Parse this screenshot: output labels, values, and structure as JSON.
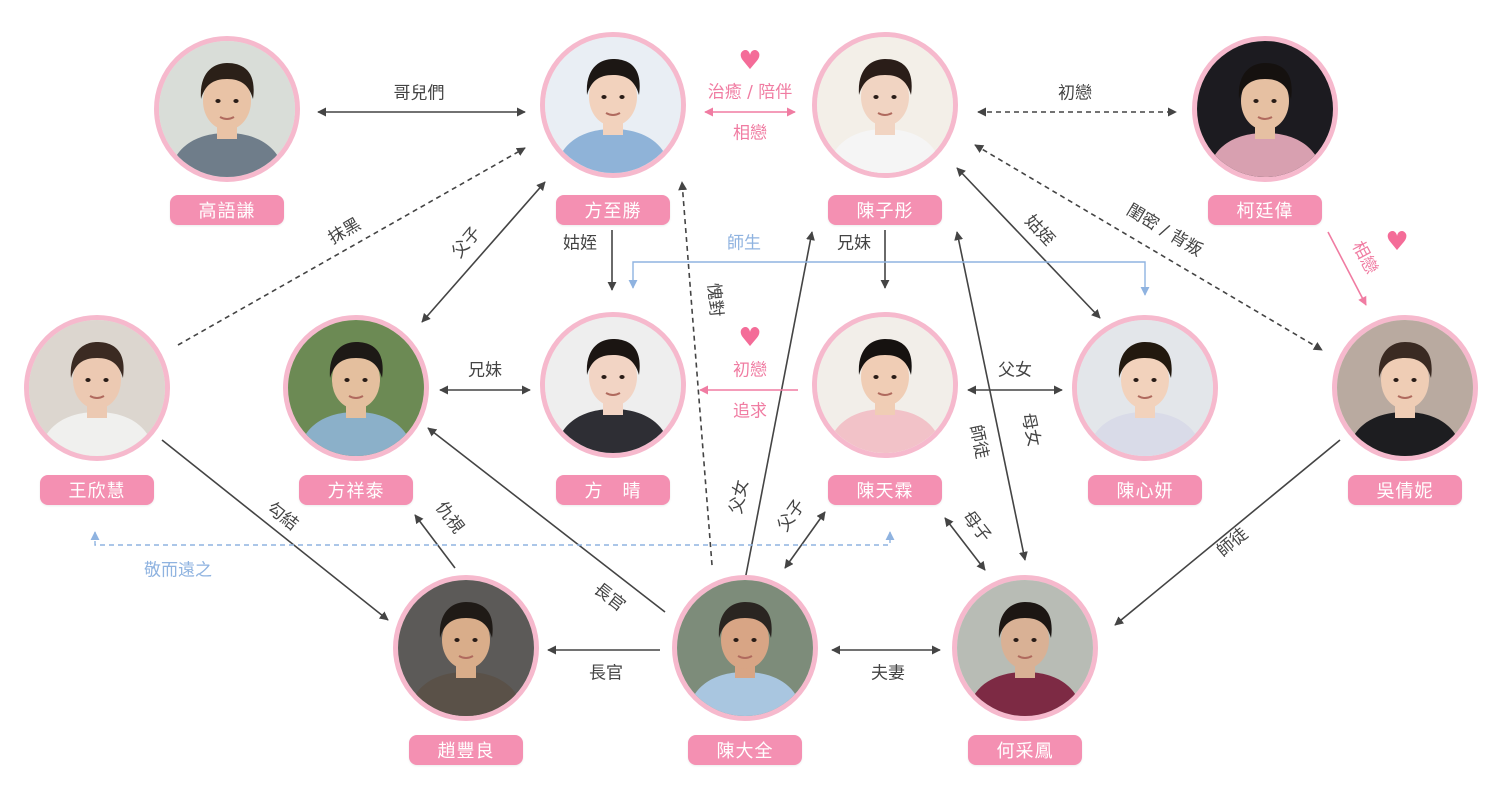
{
  "colors": {
    "line": "#444444",
    "pink": "#f07ca2",
    "blue": "#8fb3e0",
    "tag_bg": "#f490b2",
    "ring": "#f6b9cd"
  },
  "characters": {
    "gao_yuqian": {
      "name": "高語謙",
      "icon": "portrait-young-man"
    },
    "fang_zhisheng": {
      "name": "方至勝",
      "icon": "portrait-young-man"
    },
    "chen_zitong": {
      "name": "陳子彤",
      "icon": "portrait-young-woman"
    },
    "ke_tingwei": {
      "name": "柯廷偉",
      "icon": "portrait-young-man"
    },
    "wang_xinhui": {
      "name": "王欣慧",
      "icon": "portrait-young-woman"
    },
    "fang_xiangtai": {
      "name": "方祥泰",
      "icon": "portrait-young-man"
    },
    "fang_qing": {
      "name": "方　晴",
      "icon": "portrait-young-woman"
    },
    "chen_tianlin": {
      "name": "陳天霖",
      "icon": "portrait-young-man"
    },
    "chen_xinyan": {
      "name": "陳心妍",
      "icon": "portrait-girl"
    },
    "wu_qianni": {
      "name": "吳倩妮",
      "icon": "portrait-young-woman"
    },
    "zhao_fengliang": {
      "name": "趙豐良",
      "icon": "portrait-middle-aged-man"
    },
    "chen_daquan": {
      "name": "陳大全",
      "icon": "portrait-older-man"
    },
    "he_caifeng": {
      "name": "何采鳳",
      "icon": "portrait-middle-aged-woman"
    }
  },
  "relations": {
    "gao_fang": "哥兒們",
    "fz_cz_top": "治癒 / 陪伴",
    "fz_cz_bottom": "相戀",
    "cz_ke": "初戀",
    "ke_wu": "相戀",
    "wang_fz": "抹黑",
    "fx_fz": "父子",
    "fz_fq": "姑姪",
    "fq_xy": "師生",
    "cz_tl": "兄妹",
    "cz_xy": "姑姪",
    "cz_wu": "閨密 / 背叛",
    "dq_fz": "愧對",
    "fq_fx": "兄妹",
    "tl_fq_top": "初戀",
    "tl_fq_bottom": "追求",
    "xy_tl": "父女",
    "he_tl": "師徒",
    "he_cz": "母女",
    "dq_cz": "父女",
    "dq_tl": "父子",
    "tl_he": "母子",
    "wu_he": "師徒",
    "wang_zhao": "勾結",
    "zhao_fx": "仇視",
    "dq_fx": "長官",
    "dq_zhao": "長官",
    "dq_he": "夫妻",
    "wang_tl": "敬而遠之"
  }
}
